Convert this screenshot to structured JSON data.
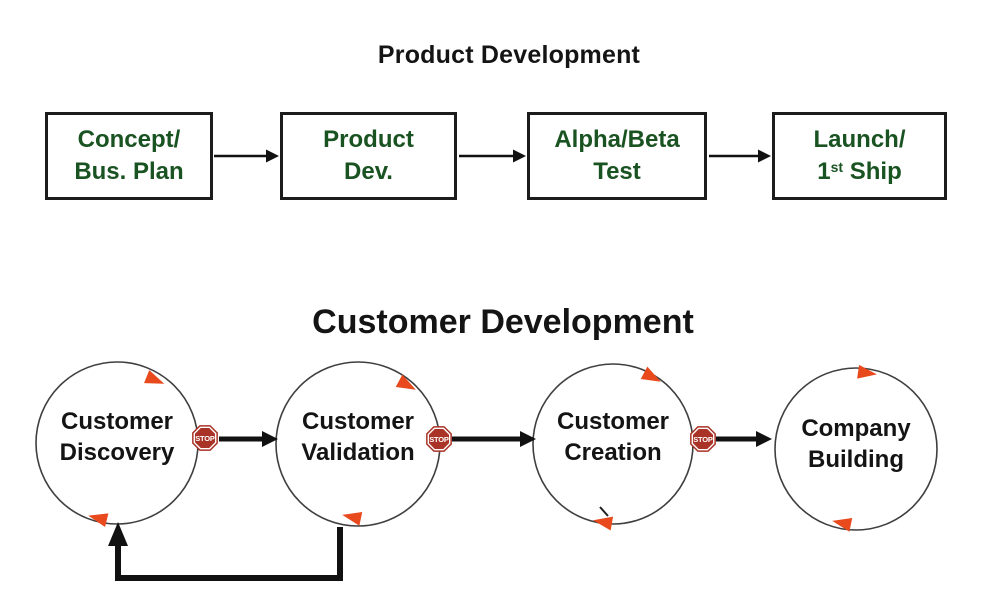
{
  "product_development": {
    "title": "Product Development",
    "boxes": [
      {
        "line1": "Concept/",
        "line2": "Bus. Plan"
      },
      {
        "line1": "Product",
        "line2": "Dev."
      },
      {
        "line1": "Alpha/Beta",
        "line2": "Test"
      },
      {
        "line1": "Launch/",
        "line2_base": "1",
        "line2_sup": "st",
        "line2_rest": " Ship"
      }
    ]
  },
  "customer_development": {
    "title": "Customer Development",
    "circles": [
      {
        "line1": "Customer",
        "line2": "Discovery"
      },
      {
        "line1": "Customer",
        "line2": "Validation"
      },
      {
        "line1": "Customer",
        "line2": "Creation"
      },
      {
        "line1": "Company",
        "line2": "Building"
      }
    ],
    "stop_sign_label": "STOP"
  },
  "icons": {
    "stop_sign": "stop-sign-icon",
    "cycle_arrowhead": "cycle-arrowhead-icon"
  },
  "colors": {
    "background": "#ffffff",
    "title_black": "#141414",
    "box_border": "#1c1c1c",
    "box_text_green": "#1a5322",
    "circle_stroke": "#3f3f3f",
    "connector_black": "#111111",
    "stop_sign_red": "#a93327",
    "cycle_arrow_orange": "#e8491d"
  }
}
